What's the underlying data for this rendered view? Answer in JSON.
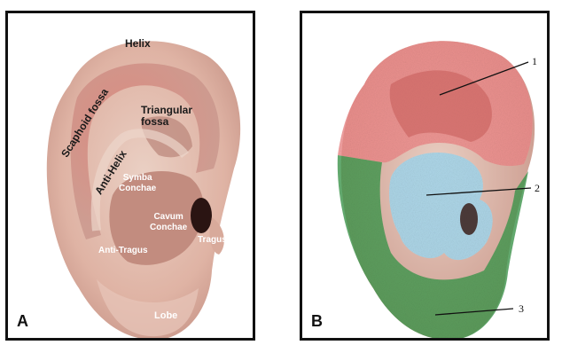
{
  "panel_a": {
    "letter": "A",
    "labels": {
      "helix": "Helix",
      "scaphoid_fossa": "Scaphoid fossa",
      "anti_helix": "Anti-Helix",
      "triangular_fossa": "Triangular\nfossa",
      "symba_conchae": "Symba\nConchae",
      "cavum_conchae": "Cavum\nConchae",
      "tragus": "Tragus",
      "anti_tragus": "Anti-Tragus",
      "lobe": "Lobe"
    }
  },
  "panel_b": {
    "letter": "B",
    "markers": [
      "1",
      "2",
      "3"
    ],
    "region_colors": {
      "region_1": "#ef8a8a",
      "region_2": "#a9d8ec",
      "region_3": "#3f9a4e"
    }
  },
  "colors": {
    "skin": "#dfb3a4",
    "skin_shadow": "#b9877a",
    "inner_red": "#d9766e",
    "canal": "#2a1412"
  }
}
